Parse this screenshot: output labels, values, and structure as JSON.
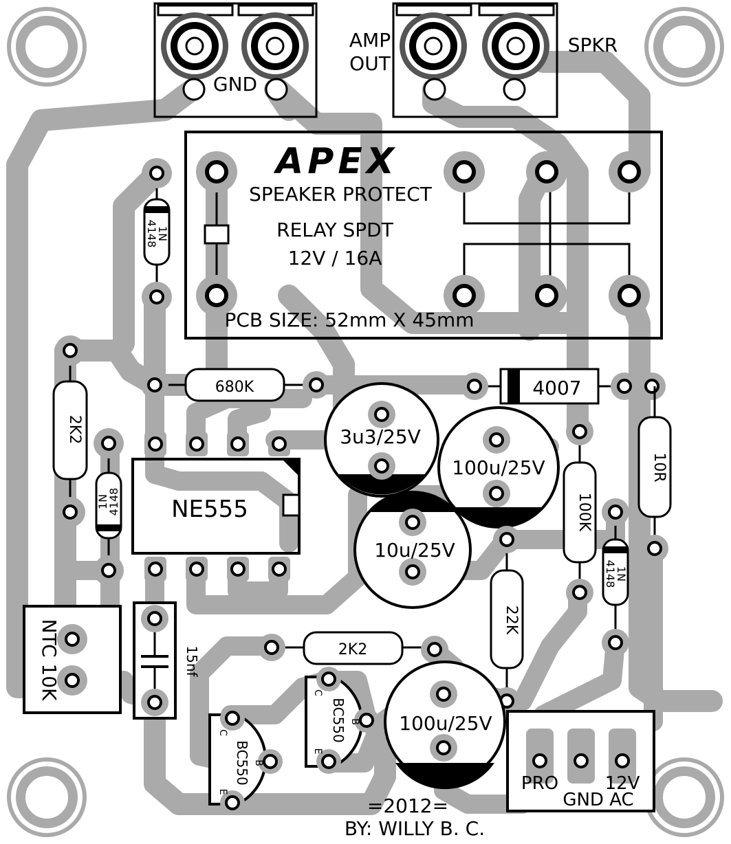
{
  "board": {
    "brand": "APEX",
    "subtitle": "SPEAKER PROTECT",
    "relay_line1": "RELAY SPDT",
    "relay_line2": "12V / 16A",
    "pcb_size": "PCB SIZE: 52mm X 45mm",
    "footer_year": "=2012=",
    "footer_author": "BY: WILLY B. C."
  },
  "connectors": {
    "gnd": "GND",
    "amp_out_1": "AMP",
    "amp_out_2": "OUT",
    "spkr": "SPKR",
    "ntc": "NTC 10K",
    "pro": "PRO",
    "v12": "12V",
    "gnd_ac": "GND AC"
  },
  "components": {
    "d1_top": "1N",
    "d1_bot": "4148",
    "d2_top": "1N",
    "d2_bot": "4148",
    "d3_top": "1N",
    "d3_bot": "4148",
    "r680k": "680K",
    "d4007": "4007",
    "r2k2_left": "2K2",
    "r10r": "10R",
    "ic": "NE555",
    "c3u3": "3u3/25V",
    "c100u_a": "100u/25V",
    "c10u": "10u/25V",
    "r100k": "100K",
    "r22k": "22K",
    "r2k2_mid": "2K2",
    "c15nf": "15nf",
    "c100u_b": "100u/25V",
    "q1": "BC550",
    "q2": "BC550",
    "pin_c": "C",
    "pin_b": "B",
    "pin_e": "E"
  }
}
